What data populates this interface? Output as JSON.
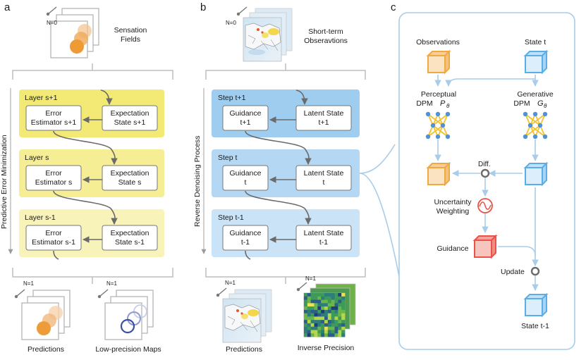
{
  "panels": {
    "a": "a",
    "b": "b",
    "c": "c"
  },
  "panel_a": {
    "top_counter": "N=0",
    "top_caption": [
      "Sensation",
      "Fields"
    ],
    "side_label": "Predictive Error Minimization",
    "layers": [
      {
        "title": "Layer s+1",
        "left": [
          "Error",
          "Estimator s+1"
        ],
        "right": [
          "Expectation",
          "State s+1"
        ]
      },
      {
        "title": "Layer s",
        "left": [
          "Error",
          "Estimator s"
        ],
        "right": [
          "Expectation",
          "State s"
        ]
      },
      {
        "title": "Layer s-1",
        "left": [
          "Error",
          "Estimator s-1"
        ],
        "right": [
          "Expectation",
          "State s-1"
        ]
      }
    ],
    "bottom_counter_1": "N=1",
    "bottom_counter_2": "N=1",
    "bottom_caption_1": "Predictions",
    "bottom_caption_2": "Low-precision Maps"
  },
  "panel_b": {
    "top_counter": "N=0",
    "top_caption": [
      "Short-term",
      "Obseravtions"
    ],
    "side_label": "Reverse Denoising Process",
    "steps": [
      {
        "title": "Step t+1",
        "left": [
          "Guidance",
          "t+1"
        ],
        "right": [
          "Latent State",
          "t+1"
        ]
      },
      {
        "title": "Step t",
        "left": [
          "Guidance",
          "t"
        ],
        "right": [
          "Latent State",
          "t"
        ]
      },
      {
        "title": "Step t-1",
        "left": [
          "Guidance",
          "t-1"
        ],
        "right": [
          "Latent State",
          "t-1"
        ]
      }
    ],
    "bottom_counter_1": "N=1",
    "bottom_counter_2": "N=1",
    "bottom_caption_1": "Predictions",
    "bottom_caption_2": "Inverse Precision"
  },
  "panel_c": {
    "observations": "Observations",
    "state_t": "State t",
    "perceptual": [
      "Perceptual",
      "DPM"
    ],
    "perceptual_symbol": "P",
    "generative": [
      "Generative",
      "DPM"
    ],
    "generative_symbol": "G",
    "theta": "θ",
    "diff": "Diff.",
    "uncertainty": [
      "Uncertainty",
      "Weighting"
    ],
    "guidance": "Guidance",
    "update": "Update",
    "state_t_minus_1": "State t-1"
  },
  "colors": {
    "yellow_strong": "#f2ea74",
    "yellow_mid": "#f5ee95",
    "yellow_light": "#f8f3b9",
    "blue_strong": "#9fcdf0",
    "blue_mid": "#b4d8f4",
    "blue_light": "#cbe3f7",
    "orange": "#f0a840",
    "cube_blue": "#5aaee8",
    "red": "#e8534a",
    "panel_c_border": "#a9cce8"
  }
}
